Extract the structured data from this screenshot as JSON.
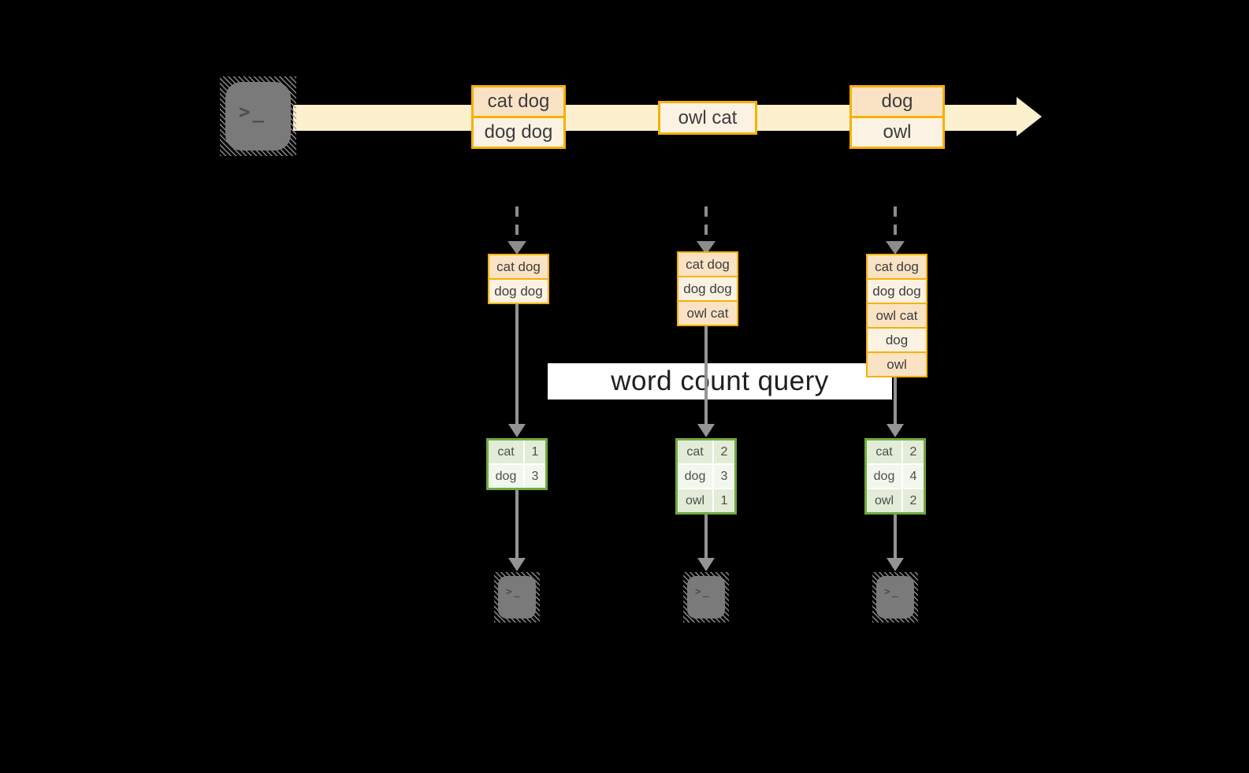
{
  "glyphs": {
    "prompt": ">_"
  },
  "stream": {
    "batches": [
      {
        "lines": [
          "cat dog",
          "dog dog"
        ]
      },
      {
        "lines": [
          "owl cat"
        ]
      },
      {
        "lines": [
          "dog",
          "owl"
        ]
      }
    ]
  },
  "query": {
    "label": "word count query"
  },
  "columns": [
    {
      "ingested": [
        "cat dog",
        "dog dog"
      ],
      "counts": [
        {
          "word": "cat",
          "count": "1"
        },
        {
          "word": "dog",
          "count": "3"
        }
      ]
    },
    {
      "ingested": [
        "cat dog",
        "dog dog",
        "owl cat"
      ],
      "counts": [
        {
          "word": "cat",
          "count": "2"
        },
        {
          "word": "dog",
          "count": "3"
        },
        {
          "word": "owl",
          "count": "1"
        }
      ]
    },
    {
      "ingested": [
        "cat dog",
        "dog dog",
        "owl cat",
        "dog",
        "owl"
      ],
      "counts": [
        {
          "word": "cat",
          "count": "2"
        },
        {
          "word": "dog",
          "count": "4"
        },
        {
          "word": "owl",
          "count": "2"
        }
      ]
    }
  ],
  "colors": {
    "background": "#000000",
    "stream_band": "#FCF0CE",
    "box_border": "#F6B100",
    "box_fill_dark": "#FAE3C5",
    "box_fill_light": "#FCF2E3",
    "table_border": "#6FA93F",
    "table_fill_dark": "#E3ECD7",
    "table_fill_light": "#F2F7EE",
    "arrow_gray": "#8C8C8C",
    "terminal_gray": "#7A7A7A",
    "query_box_bg": "#FFFFFF"
  }
}
